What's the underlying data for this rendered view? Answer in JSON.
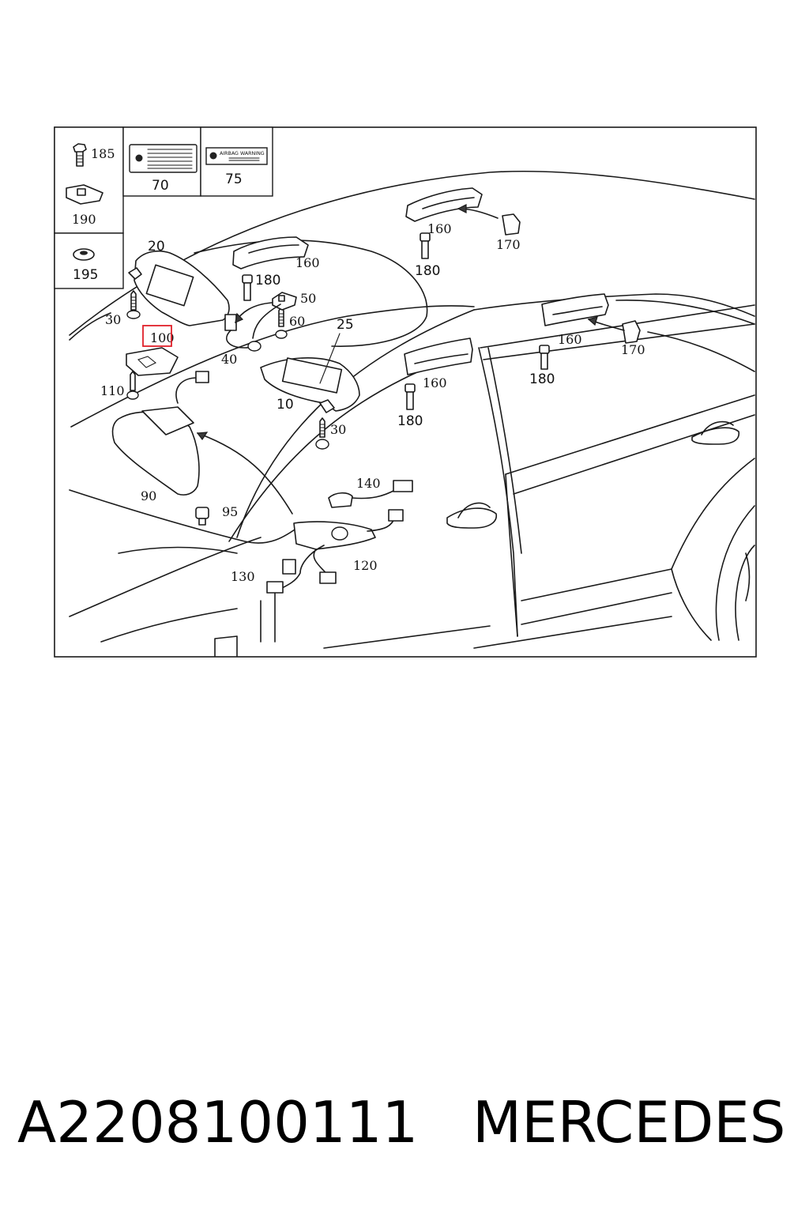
{
  "legend": {
    "items": [
      {
        "callout": "185"
      },
      {
        "callout": "190"
      },
      {
        "callout": "195"
      },
      {
        "callout": "70"
      },
      {
        "callout": "75"
      }
    ],
    "label_75_text": "AIRBAG WARNING"
  },
  "callouts": {
    "c20": "20",
    "c30a": "30",
    "c30b": "30",
    "c100": "100",
    "c110": "110",
    "c90": "90",
    "c95": "95",
    "c40": "40",
    "c50": "50",
    "c60": "60",
    "c180a": "180",
    "c160a": "160",
    "c25": "25",
    "c10": "10",
    "c160b": "160",
    "c180b": "180",
    "c170a": "170",
    "c160c": "160",
    "c180c": "180",
    "c160d": "160",
    "c180d": "180",
    "c170b": "170",
    "c140": "140",
    "c130": "130",
    "c120": "120"
  },
  "highlight": {
    "callout": "100",
    "color": "#e0202a"
  },
  "footer": {
    "part_number": "A2208100111",
    "brand": "MERCEDES"
  }
}
